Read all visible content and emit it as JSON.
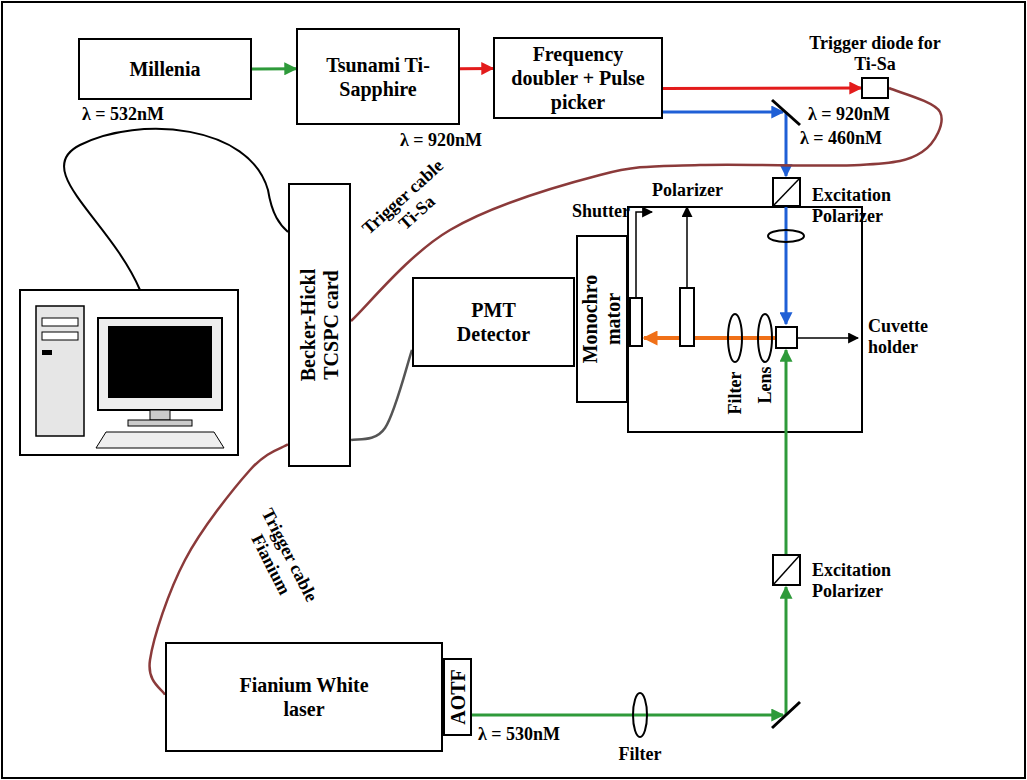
{
  "diagram": {
    "nodes": [
      {
        "text": [
          "Millenia"
        ]
      },
      {
        "text": [
          "Tsunami Ti-Sapphire"
        ]
      },
      {
        "text": [
          "Frequency doubler + Pulse picker"
        ]
      },
      {
        "text": [
          "Trigger diode for Ti-Sa"
        ]
      },
      {
        "text": [
          "Becker-Hickl TCSPC card"
        ]
      },
      {
        "text": [
          "PMT Detector"
        ]
      },
      {
        "text": [
          "Monochro mator"
        ]
      },
      {
        "text": [
          "Fianium White laser"
        ]
      },
      {
        "text": [
          "AOTF"
        ]
      }
    ],
    "edges": [
      {
        "from": 0,
        "to": 1,
        "arrow": "to",
        "label": "λ = 532nM"
      },
      {
        "from": 1,
        "to": 2,
        "arrow": "to",
        "label": "λ = 920nM"
      },
      {
        "from": 2,
        "to": 3,
        "arrow": "to",
        "label": "λ = 920nM"
      },
      {
        "from": 3,
        "to": 4,
        "arrow": "none",
        "label": "Trigger cable Ti-Sa"
      },
      {
        "from": 4,
        "to": 5,
        "arrow": "none"
      },
      {
        "from": 4,
        "to": 7,
        "arrow": "none",
        "label": "Trigger cable Fianium"
      }
    ],
    "labels": [
      "λ = 460nM",
      "Excitation Polarizer",
      "Polarizer",
      "Shutter",
      "Filter",
      "Lens",
      "Cuvette holder",
      "Excitation Polarizer",
      "λ = 530nM",
      "Filter"
    ]
  }
}
